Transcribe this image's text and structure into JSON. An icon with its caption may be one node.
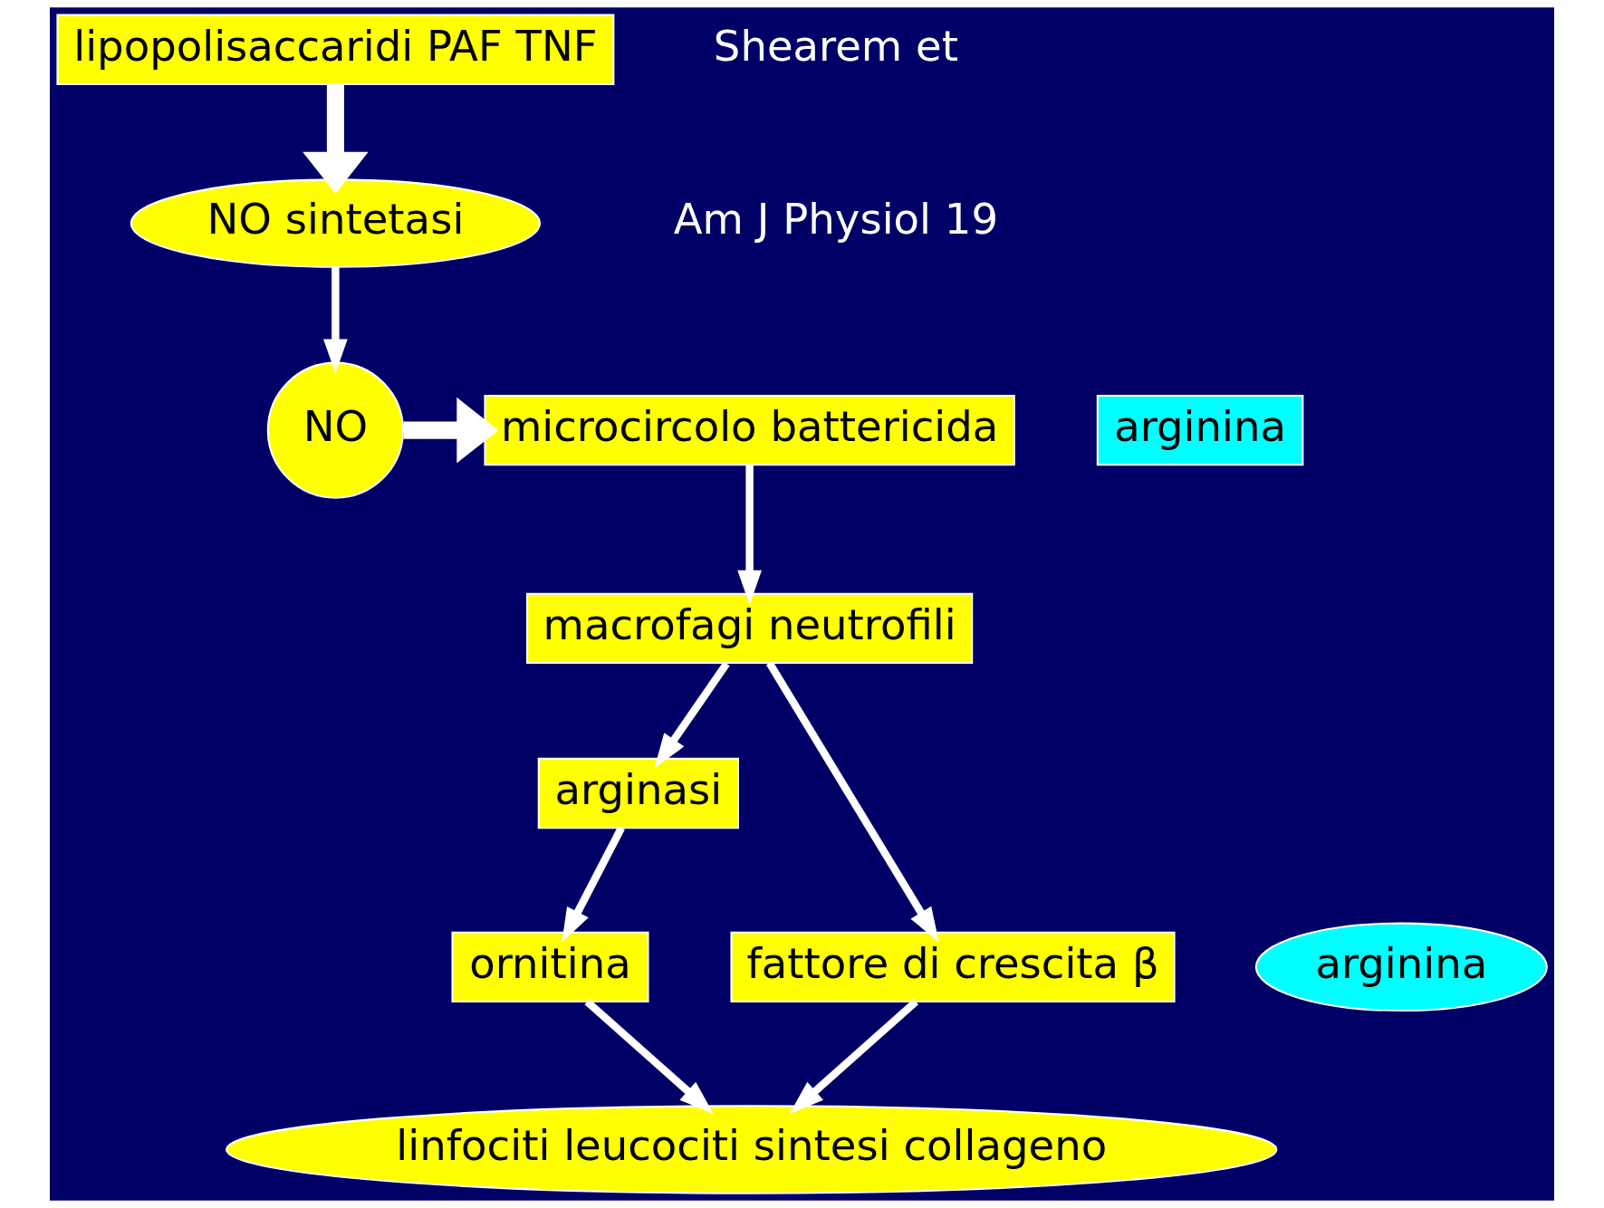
{
  "diagram": {
    "nodes": [
      {
        "text": [
          "macrofagi neutrofili"
        ]
      },
      {
        "text": [
          "lipopolisaccaridi PAF TNF"
        ]
      },
      {
        "text": [
          "arginasi"
        ]
      },
      {
        "text": [
          "NO sintetasi"
        ]
      },
      {
        "text": [
          "arginina"
        ]
      },
      {
        "text": [
          "arginina"
        ]
      },
      {
        "text": [
          "ornitina"
        ]
      },
      {
        "text": [
          "microcircolo battericida"
        ]
      },
      {
        "text": [
          "NO"
        ]
      },
      {
        "text": [
          "fattore di crescita β"
        ]
      },
      {
        "text": [
          "linfociti leucociti sintesi collageno"
        ]
      }
    ],
    "edges": [
      {
        "from": 0,
        "to": 2,
        "arrow": "to"
      },
      {
        "from": 2,
        "to": 6,
        "arrow": "to"
      },
      {
        "from": 0,
        "to": 9,
        "arrow": "to"
      },
      {
        "from": 1,
        "to": 3,
        "arrow": "to",
        "style": "thick"
      },
      {
        "from": 3,
        "to": 8,
        "arrow": "to"
      },
      {
        "from": 8,
        "to": 7,
        "arrow": "to",
        "style": "thick"
      },
      {
        "from": 7,
        "to": 0,
        "arrow": "to"
      },
      {
        "from": 6,
        "to": 10,
        "arrow": "to"
      },
      {
        "from": 9,
        "to": 10,
        "arrow": "to"
      }
    ],
    "labels": [
      "Shearem et",
      "Am J Physiol 19"
    ]
  }
}
